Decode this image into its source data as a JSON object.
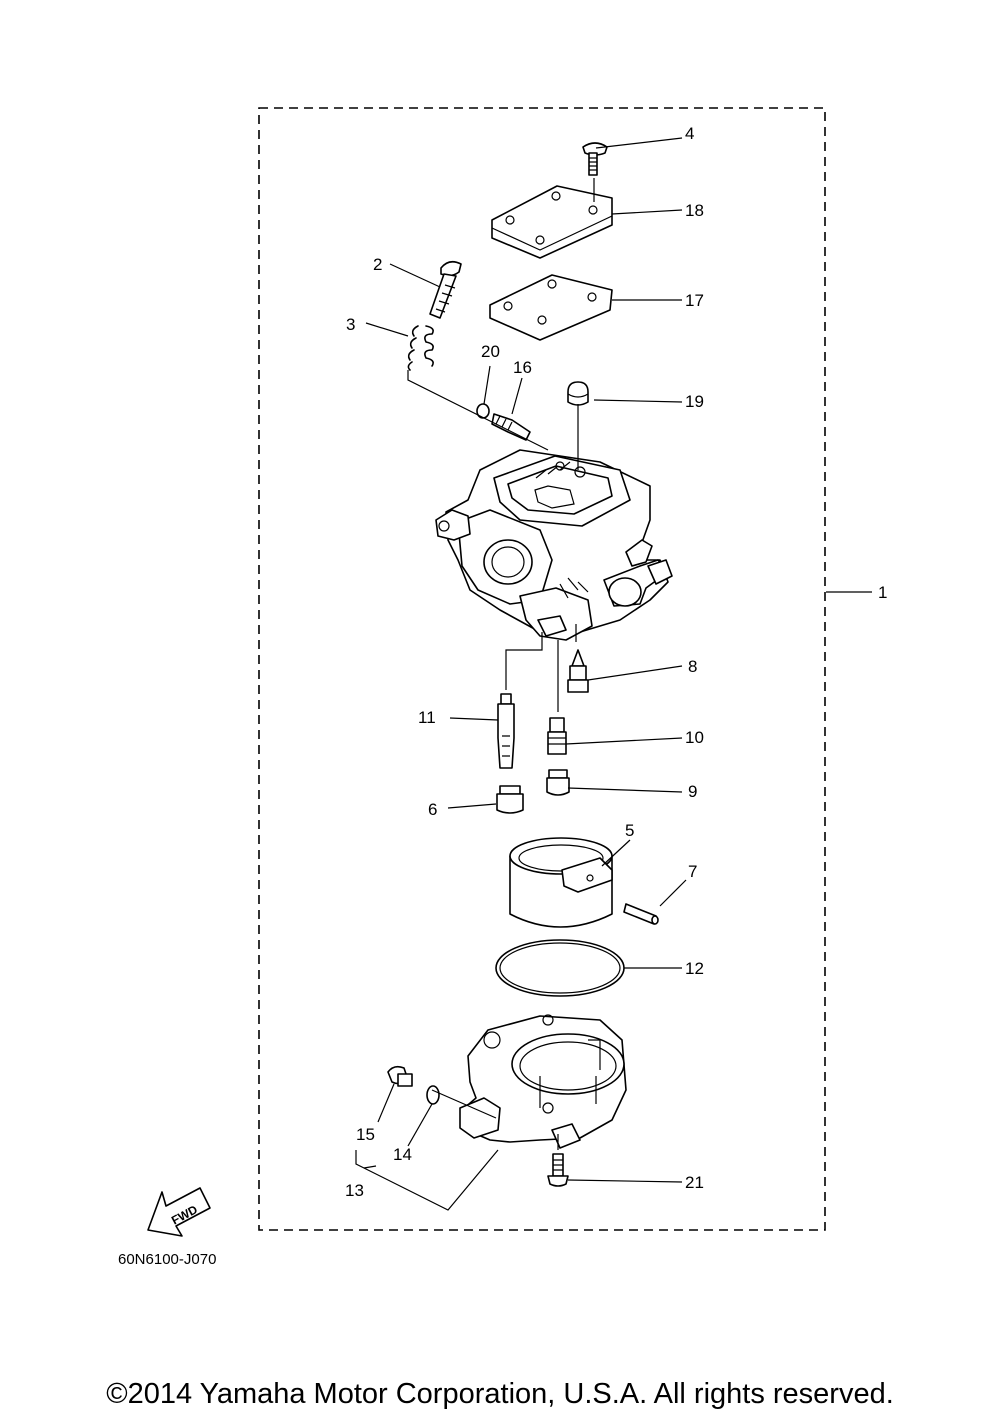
{
  "diagram": {
    "parts": [
      {
        "number": "1"
      },
      {
        "number": "2"
      },
      {
        "number": "3"
      },
      {
        "number": "4"
      },
      {
        "number": "5"
      },
      {
        "number": "6"
      },
      {
        "number": "7"
      },
      {
        "number": "8"
      },
      {
        "number": "9"
      },
      {
        "number": "10"
      },
      {
        "number": "11"
      },
      {
        "number": "12"
      },
      {
        "number": "13"
      },
      {
        "number": "14"
      },
      {
        "number": "15"
      },
      {
        "number": "16"
      },
      {
        "number": "17"
      },
      {
        "number": "18"
      },
      {
        "number": "19"
      },
      {
        "number": "20"
      },
      {
        "number": "21"
      }
    ],
    "fwd_label": "FWD",
    "code": "60N6100-J070"
  },
  "footer": {
    "copyright": "©2014 Yamaha Motor Corporation, U.S.A. All rights reserved."
  }
}
